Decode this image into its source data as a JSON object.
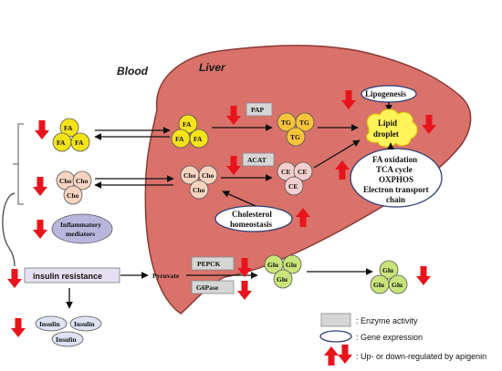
{
  "titles": {
    "blood": "Blood",
    "liver": "Liver"
  },
  "molecules": {
    "fa": "FA",
    "cho": "Cho",
    "tg": "TG",
    "ce": "CE",
    "glu": "Glu",
    "insulin": "Insulin"
  },
  "enzymes": {
    "pap": "PAP",
    "acat": "ACAT",
    "pepck": "PEPCK",
    "g6pase": "G6Pase"
  },
  "nodes": {
    "lipogenesis": "Lipogenesis",
    "lipid_droplet": [
      "Lipid",
      "droplet"
    ],
    "oxidation": [
      "FA oxidation",
      "TCA cycle",
      "OXPHOS",
      "Electron transport",
      "chain"
    ],
    "cholesterol": [
      "Cholesterol",
      "homeostasis"
    ],
    "inflammatory": [
      "Inflammatory",
      "mediators"
    ],
    "insulin_resistance": "insulin resistance",
    "pyruvate": "Pyruvate"
  },
  "legend": {
    "enzyme": ": Enzyme activity",
    "gene": ": Gene expression",
    "regulation": ": Up- or down-regulated by apigenin"
  },
  "colors": {
    "liver": "#d9726a",
    "liver_edge": "#8a3a36",
    "fa": "#f5e31a",
    "cho": "#f6d4bf",
    "tg": "#f7c33a",
    "ce": "#f3cfcf",
    "glu": "#c9e57a",
    "insulin": "#dde3f2",
    "inflammatory": "#b9b6de",
    "resistance_box": "#e6e0f2",
    "lipid_droplet": "#fff35a",
    "enzyme_box": "#d6d6d6",
    "arrow_red": "#e8141c"
  },
  "icons": [
    "up-arrow-icon",
    "down-arrow-icon"
  ]
}
